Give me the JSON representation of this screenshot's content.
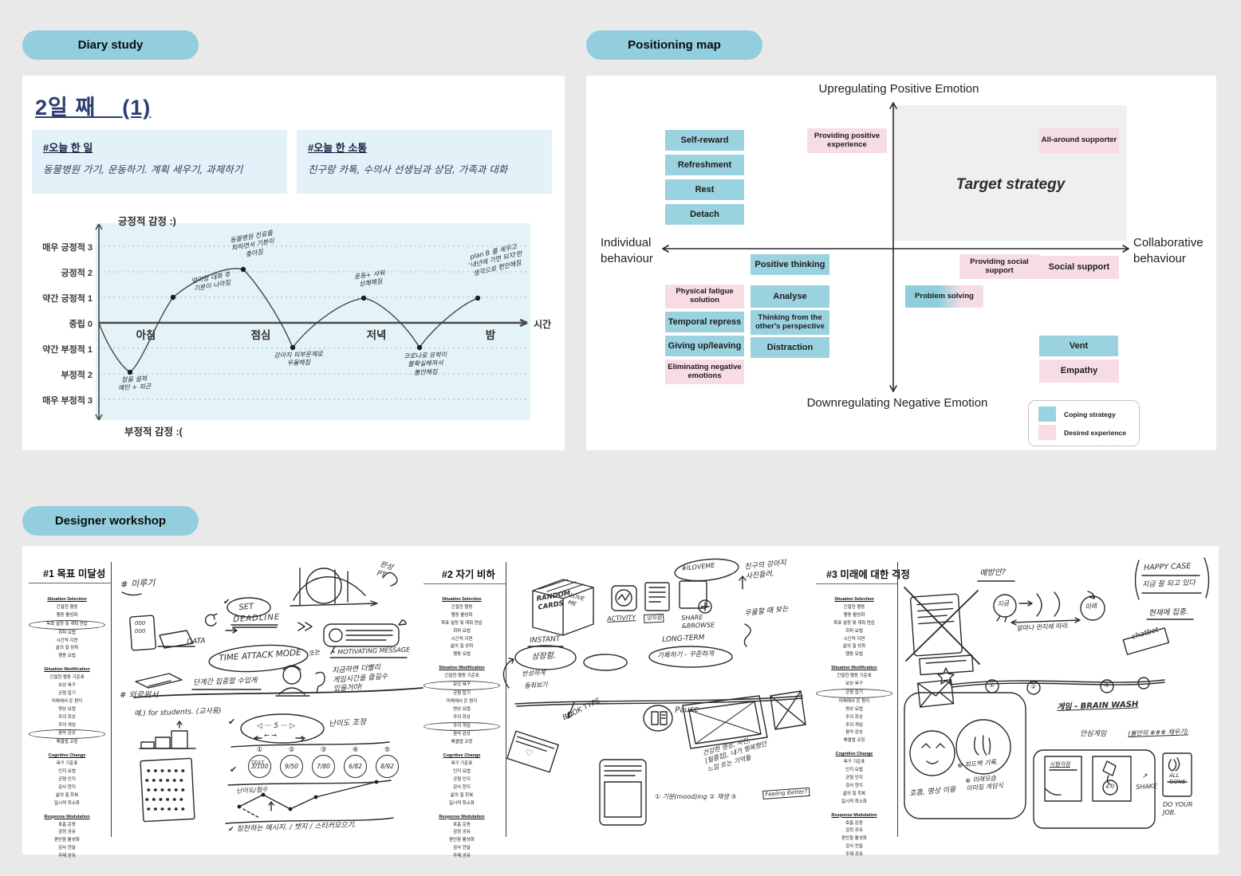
{
  "tags": {
    "diary": "Diary study",
    "positioning": "Positioning map",
    "workshop": "Designer workshop"
  },
  "diary": {
    "title": "2일 째 _ (1)",
    "today_box": {
      "header": "#오늘 한 일",
      "text": "동물병원 가기,  운동하기.  계획 세우기,  과제하기"
    },
    "comm_box": {
      "header": "#오늘 한 소통",
      "text": "친구랑 카톡,  수의사 선생님과 상담,  가족과 대화"
    },
    "chart_data": {
      "type": "line",
      "y_axis_top_label": "긍정적 감정 :)",
      "y_axis_bottom_label": "부정적 감정 :(",
      "x_axis_label": "시간",
      "y_ticks": [
        "매우 긍정적 3",
        "긍정적 2",
        "약간 긍정적 1",
        "중립 0",
        "약간 부정적 1",
        "부정적 2",
        "매우 부정적 3"
      ],
      "y_values": [
        3,
        2,
        1,
        0,
        -1,
        -2,
        -3
      ],
      "x_ticks": [
        "아침",
        "점심",
        "저녁",
        "밤"
      ],
      "ylim": [
        -3,
        3
      ],
      "points": [
        {
          "value": -2,
          "note": "잠을 설쳐\n예민 + 피곤"
        },
        {
          "value": 1,
          "note": "엄마랑 대화 후\n기분이 나아짐"
        },
        {
          "value": 2,
          "note": "동물병원 진료를\n피하면서 기분이\n좋아짐"
        },
        {
          "value": -1,
          "note": "강아지 피부문제로\n우울해짐"
        },
        {
          "value": 1,
          "note": "운동+ 샤워\n상쾌해짐"
        },
        {
          "value": -1,
          "note": "코로나로 유학이\n불확실해져서\n불안해짐"
        },
        {
          "value": 1,
          "note": "plan B 를 세우고\n'내년에 가면 되지'란\n생각으로 편안해짐"
        }
      ]
    }
  },
  "positioning": {
    "axis": {
      "top": "Upregulating Positive Emotion",
      "bottom": "Downregulating Negative Emotion",
      "left": "Individual\nbehaviour",
      "right": "Collaborative\nbehaviour"
    },
    "target": "Target strategy",
    "colors": {
      "coping": "#9bd2e0",
      "desired": "#f7dde3"
    },
    "boxes": [
      {
        "label": "Self-reward",
        "type": "coping"
      },
      {
        "label": "Refreshment",
        "type": "coping"
      },
      {
        "label": "Rest",
        "type": "coping"
      },
      {
        "label": "Detach",
        "type": "coping"
      },
      {
        "label": "Providing positive experience",
        "type": "desired"
      },
      {
        "label": "All-around supporter",
        "type": "desired"
      },
      {
        "label": "Positive thinking",
        "type": "coping"
      },
      {
        "label": "Providing social support",
        "type": "desired"
      },
      {
        "label": "Social support",
        "type": "desired"
      },
      {
        "label": "Physical fatigue solution",
        "type": "desired"
      },
      {
        "label": "Analyse",
        "type": "coping"
      },
      {
        "label": "Problem solving",
        "type": "mixed"
      },
      {
        "label": "Temporal repress",
        "type": "coping"
      },
      {
        "label": "Thinking from the other's perspective",
        "type": "coping"
      },
      {
        "label": "Giving up/leaving",
        "type": "coping"
      },
      {
        "label": "Distraction",
        "type": "coping"
      },
      {
        "label": "Eliminating negative emotions",
        "type": "desired"
      },
      {
        "label": "Vent",
        "type": "coping"
      },
      {
        "label": "Empathy",
        "type": "desired"
      }
    ],
    "legend": [
      {
        "label": "Coping strategy",
        "color": "#9bd2e0"
      },
      {
        "label": "Desired experience",
        "color": "#f7dde3"
      }
    ]
  },
  "workshop": {
    "sidebar_sections": [
      {
        "header": "Situation Selection",
        "items": [
          "긴절한 행동",
          "행동 활성화",
          "목표 설정 및 계획 연습",
          "회피 요법",
          "시간적 지연",
          "삶의 질 성취",
          "행동 요법"
        ]
      },
      {
        "header": "Situation Modification",
        "items": [
          "긴절한 행동 기준표",
          "보상 욕구",
          "균형 잡기",
          "미래에서 온 편지",
          "명상 요법",
          "주의 회상",
          "주의 게임",
          "음악 감상",
          "해결법 코칭"
        ]
      },
      {
        "header": "Cognitive Change",
        "items": [
          "욕구 기준표",
          "인지 요법",
          "균형 인지",
          "감사 현지",
          "삶의 질 회복",
          "일시적 최소화"
        ]
      },
      {
        "header": "Response Modulation",
        "items": [
          "호흡 운동",
          "감정 공유",
          "편안함 활성화",
          "감사 전달",
          "주제 공유"
        ]
      }
    ],
    "tests": [
      {
        "num": "①",
        "frac": "3/100"
      },
      {
        "num": "②",
        "frac": "9/50"
      },
      {
        "num": "③",
        "frac": "7/80"
      },
      {
        "num": "④",
        "frac": "6/82"
      },
      {
        "num": "⑤",
        "frac": "8/92"
      }
    ],
    "panels": [
      {
        "title": "#1 목표 미달성",
        "notes": {
          "mirugi": "# 미루기",
          "wanseong": "완성\nPT",
          "p000": "000\n000",
          "data": "DATA",
          "chk0": "✔",
          "set": "SET",
          "deadline": "DEADLINE",
          "motivating": "• MOTIVATING MESSAGE",
          "timeattack": "TIME ATTACK MODE",
          "ddoneun": "또는",
          "encourage": "지금하면 더빨리\n게임시간을 즐길수\n있을거야!",
          "focus": "단계간 집중할 수있게",
          "lonely": "# 외로워서",
          "students": "예.) for students. (교사용)",
          "chk1": "✔",
          "diffctrl": "◁ ··· 5 ··· ▷",
          "diffarrows": "←    →",
          "difficulty": "난이도 조정",
          "chk2": "✔",
          "test": "TEST",
          "score": "난이도/점수",
          "praise": "✔ 칭찬하는 메시지. / 뱃지 / 스티커모으기."
        }
      },
      {
        "title": "#2 자기 비하",
        "notes": {
          "random": "RANDOM\nCARDS",
          "loveme": "LOVE\nME",
          "activity": "ACTIVITY",
          "nudge": "넛지점",
          "iloveme": "#ILOVEME",
          "share": "SHARE\n&BROWSE",
          "friend": "친구의 강아지\n사진들러.",
          "gloomy": "우울할 때 보는",
          "instant": "INSTANT",
          "sangjang": "상장함.",
          "bansang": "반성하게",
          "deulchu": "들춰보기",
          "longterm": "LONG-TERM",
          "girok": "기록하기 - 꾸준하게",
          "booktype": "BOOK TYPE",
          "heart": "♡",
          "pause": "Pause",
          "healthy": "건강한 영상, 사진,\n[필름집], 내가 행복했던\n느낌 또는 기억들",
          "steps": "① 기분(mood)ing   ② 재생   ③",
          "feeling": "Feeling Better?"
        }
      },
      {
        "title": "#3 미래에 대한 걱정",
        "notes": {
          "prevention": "예방안?",
          "jigeum": "지금",
          "mirae": "미래",
          "depends": "얼마나 먼지에 따라.",
          "happy1": "HAPPY CASE",
          "happy2": "지금 잘 되고 있다",
          "present": "현재에 집중.",
          "chatbot": "chatbot",
          "n1": "①",
          "n2": "②",
          "n4": "④",
          "brainwash": "게임 - BRAIN WASH",
          "ansim": "안심게임",
          "fillup": "(불안의 ### 채우기)",
          "feedback": "⊕ 피드백 기록.",
          "futureimg": "⊕ 미래모습\n이미징 게임식",
          "breath": "호흡, 명상 이용",
          "exam": "시험걱정",
          "kite": "4차",
          "shakearrow": "↗",
          "shake": "SHAKE",
          "allgone": "ALL\nGONE",
          "doyour": "DO YOUR\nJOB."
        }
      }
    ]
  }
}
